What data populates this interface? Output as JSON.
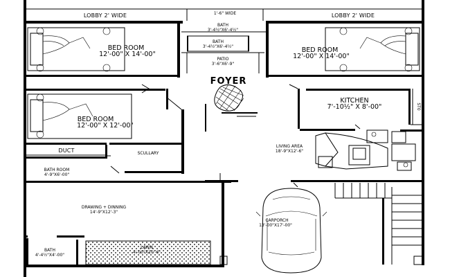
{
  "labels": {
    "lobby_left": "LOBBY 2' WIDE",
    "lobby_right": "LOBBY 2' WIDE",
    "corridor_width": "1'-6\" WIDE",
    "bath_top_name": "BATH",
    "bath_top_dim": "3'-4½\"X6'-4½\"",
    "bath_mid_name": "BATH",
    "bath_mid_dim": "3'-4½\"X6'-4½\"",
    "patio_name": "PATIO",
    "patio_dim": "3'-6\"X6'-9\"",
    "bed_left_name": "BED ROOM",
    "bed_left_dim": "12'-00\" X 14'-00\"",
    "bed_right_name": "BED ROOM",
    "bed_right_dim": "12'-00\" X 14'-00\"",
    "foyer": "FOYER",
    "kitchen_name": "KITCHEN",
    "kitchen_dim": "7'-10½\" X 8'-00\"",
    "store": "ST0",
    "bed_mid_name": "BED ROOM",
    "bed_mid_dim": "12'-00\" X 12'-00\"",
    "duct": "DUCT",
    "scullary": "SCULLARY",
    "living_name": "LIVING AREA",
    "living_dim": "18'-9\"X12'-6\"",
    "bathroom_name": "BATH ROOM",
    "bathroom_dim": "4'-9\"X6'-00\"",
    "drawing_name": "DRAWING + DINNING",
    "drawing_dim": "14'-9\"X12'-3\"",
    "carporch_name": "CARPORCH",
    "carporch_dim": "13'-00\"X17'-00\"",
    "bath_bottom_name": "BATH",
    "bath_bottom_dim": "4'-4½\"X4'-00\"",
    "lawn_name": "LAWN",
    "lawn_dim": "4'-00\"X10'-6\""
  }
}
